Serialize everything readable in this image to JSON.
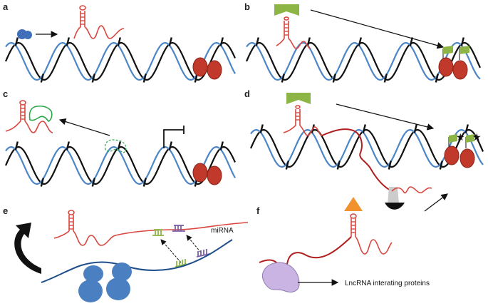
{
  "panels": {
    "a": {
      "letter": "a"
    },
    "b": {
      "letter": "b"
    },
    "c": {
      "letter": "c"
    },
    "d": {
      "letter": "d"
    },
    "e": {
      "letter": "e",
      "mirna_label": "miRNA"
    },
    "f": {
      "letter": "f",
      "protein_label": "LncRNA interating proteins"
    }
  },
  "colors": {
    "dna_strand_1": "#111111",
    "dna_strand_2": "#4a86c8",
    "lncrna": "#d9463f",
    "nucleosome": "#c0392b",
    "chromatin_modifier": "#8cb545",
    "mrna_strand": "#1f4e8c",
    "ribosome": "#4a7fc1",
    "mirna_green": "#8cb545",
    "mirna_purple": "#7d5fa8",
    "interacting_protein": "#c9b4e3",
    "orange_triangle": "#f2922e",
    "green_protein_outline": "#2ca84a"
  }
}
